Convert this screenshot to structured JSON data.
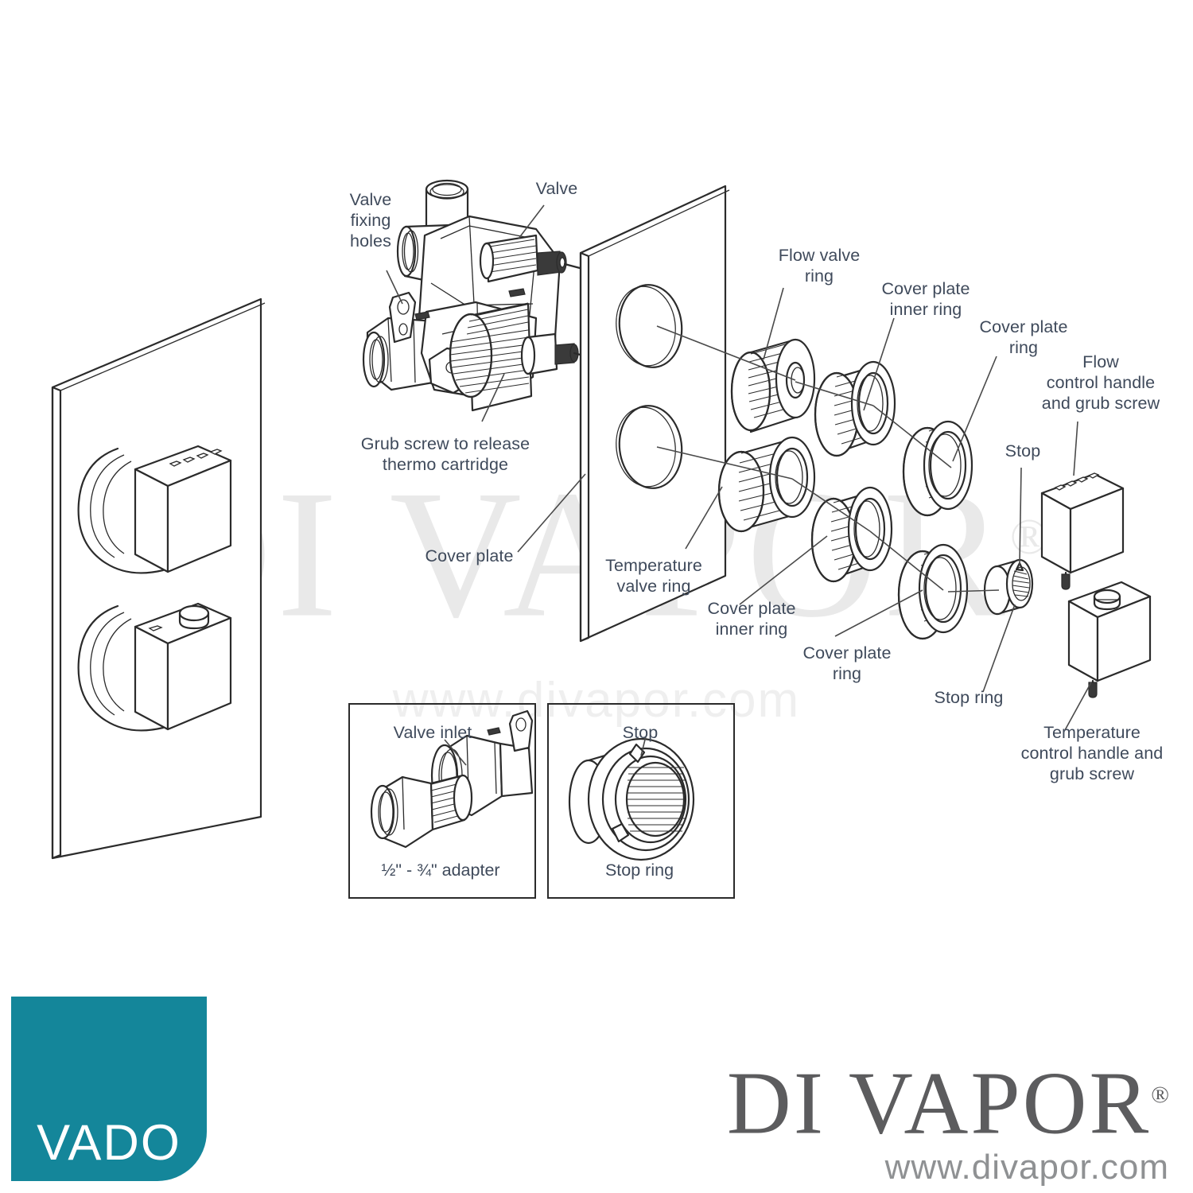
{
  "document": {
    "type": "exploded-parts-diagram",
    "subject": "VADO concealed thermostatic shower valve"
  },
  "watermark": {
    "brand": "DI VAPOR",
    "registered_mark": "®",
    "url": "www.divapor.com"
  },
  "labels": {
    "valve_fixing_holes": "Valve\nfixing\nholes",
    "valve": "Valve",
    "grub_screw_thermo": "Grub screw to release\nthermo cartridge",
    "cover_plate": "Cover plate",
    "temperature_valve_ring": "Temperature\nvalve ring",
    "flow_valve_ring": "Flow valve\nring",
    "cover_plate_inner_ring_top": "Cover plate\ninner ring",
    "cover_plate_ring_top": "Cover plate\nring",
    "cover_plate_inner_ring_bottom": "Cover plate\ninner ring",
    "cover_plate_ring_bottom": "Cover plate\nring",
    "stop": "Stop",
    "stop_ring": "Stop ring",
    "flow_control_handle": "Flow\ncontrol handle\nand grub screw",
    "temperature_control_handle": "Temperature\ncontrol handle and\ngrub screw"
  },
  "insets": [
    {
      "id": "valve-inlet-inset",
      "callout": "Valve inlet",
      "caption": "½\" - ¾\" adapter"
    },
    {
      "id": "stop-ring-inset",
      "callout": "Stop",
      "caption": "Stop ring"
    }
  ],
  "branding": {
    "vado": "VADO",
    "divapor_name": "DI VAPOR",
    "divapor_mark": "®",
    "divapor_url": "www.divapor.com"
  },
  "colors": {
    "label_text": "#3f4a5b",
    "line_art": "#2b2b2b",
    "vado_teal": "#14869a",
    "divapor_gray": "#5c5c5e",
    "divapor_url_gray": "#8f9193",
    "watermark_gray": "#e9e9e9",
    "background": "#ffffff"
  }
}
